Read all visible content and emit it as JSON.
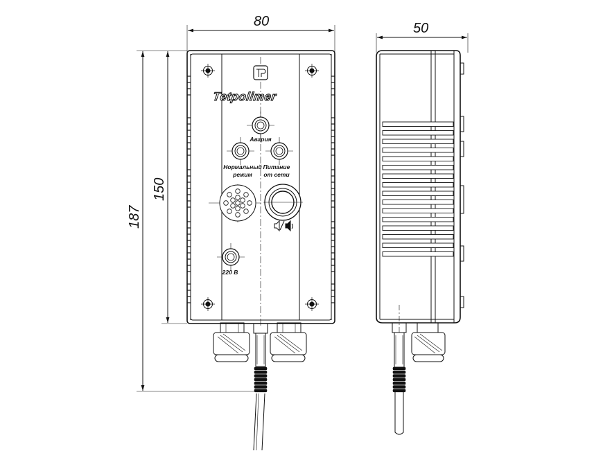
{
  "dimensions": {
    "width_front": "80",
    "depth_side": "50",
    "height_total": "187",
    "height_body": "150"
  },
  "brand": {
    "name": "Tetpolimer",
    "logo_letters": "TP"
  },
  "labels": {
    "alarm": "Авария",
    "normal_mode_line1": "Нормальный",
    "normal_mode_line2": "режим",
    "power_line1": "Питание",
    "power_line2": "от сети",
    "voltage": "220 В"
  },
  "icons": {
    "sound_toggle": "speaker-mute-icon",
    "screws": "cross-screw-icon",
    "connector": "multipin-connector-icon"
  }
}
